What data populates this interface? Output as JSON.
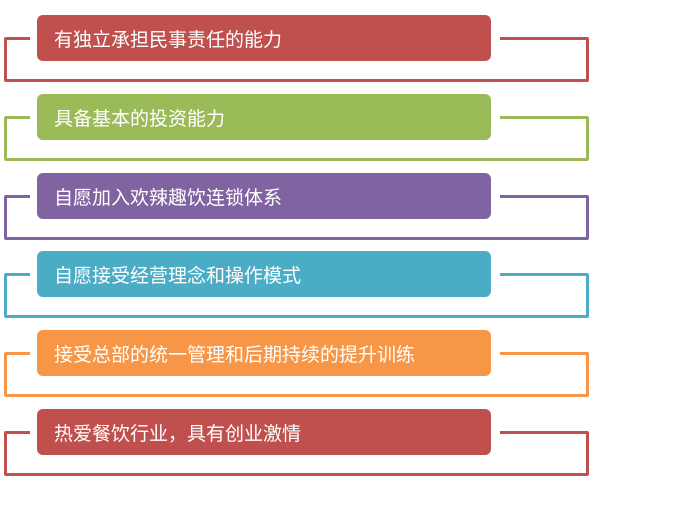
{
  "items": [
    {
      "text": "有独立承担民事责任的能力",
      "color": "#c0504d"
    },
    {
      "text": "具备基本的投资能力",
      "color": "#9bbb59"
    },
    {
      "text": "自愿加入欢辣趣饮连锁体系",
      "color": "#8064a2"
    },
    {
      "text": "自愿接受经营理念和操作模式",
      "color": "#4bacc6"
    },
    {
      "text": "接受总部的统一管理和后期持续的提升训练",
      "color": "#f79646"
    },
    {
      "text": "热爱餐饮行业，具有创业激情",
      "color": "#c0504d"
    }
  ]
}
